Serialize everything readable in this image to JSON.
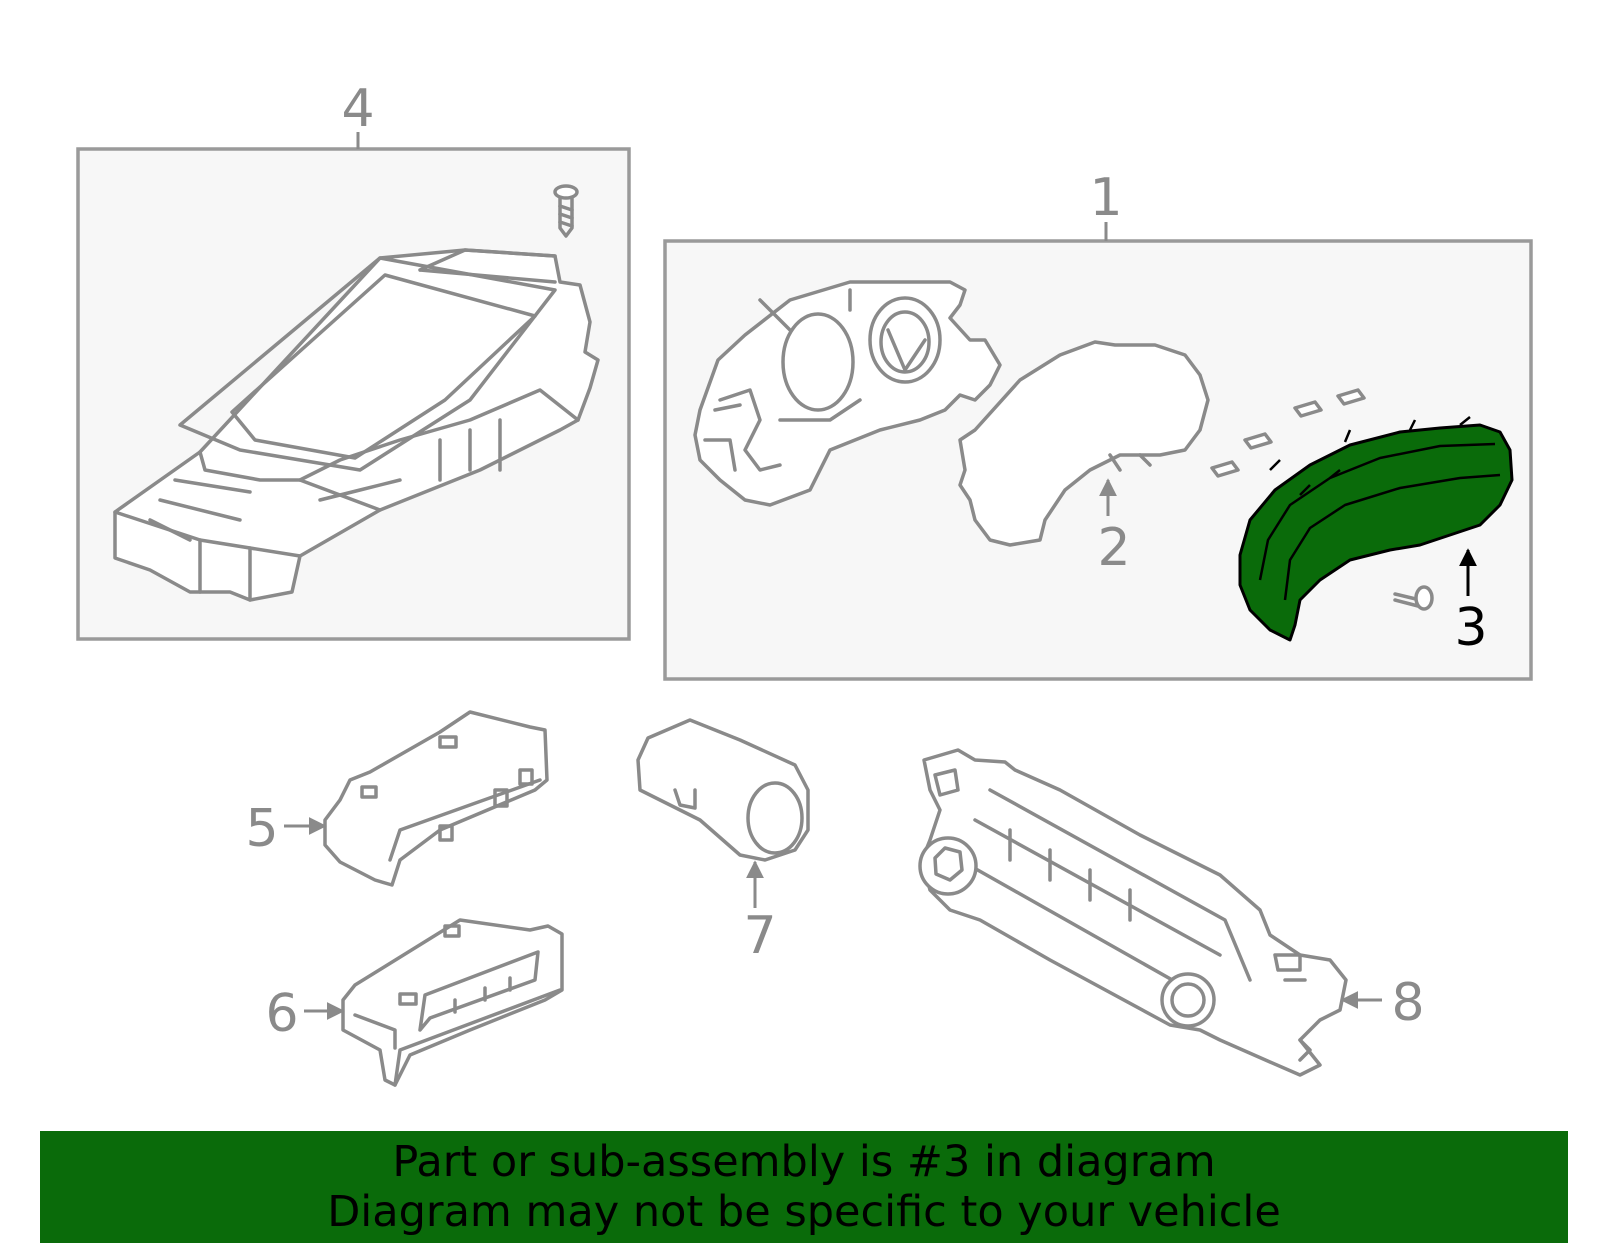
{
  "callouts": {
    "c1": "1",
    "c2": "2",
    "c3": "3",
    "c4": "4",
    "c5": "5",
    "c6": "6",
    "c7": "7",
    "c8": "8"
  },
  "highlighted_part": "3",
  "colors": {
    "highlight": "#0a6b0a",
    "outline": "#8a8a8a",
    "box_fill": "#f7f7f7"
  },
  "banner": {
    "line1": "Part or sub-assembly is #3 in diagram",
    "line2": "Diagram may not be specific to your vehicle"
  }
}
